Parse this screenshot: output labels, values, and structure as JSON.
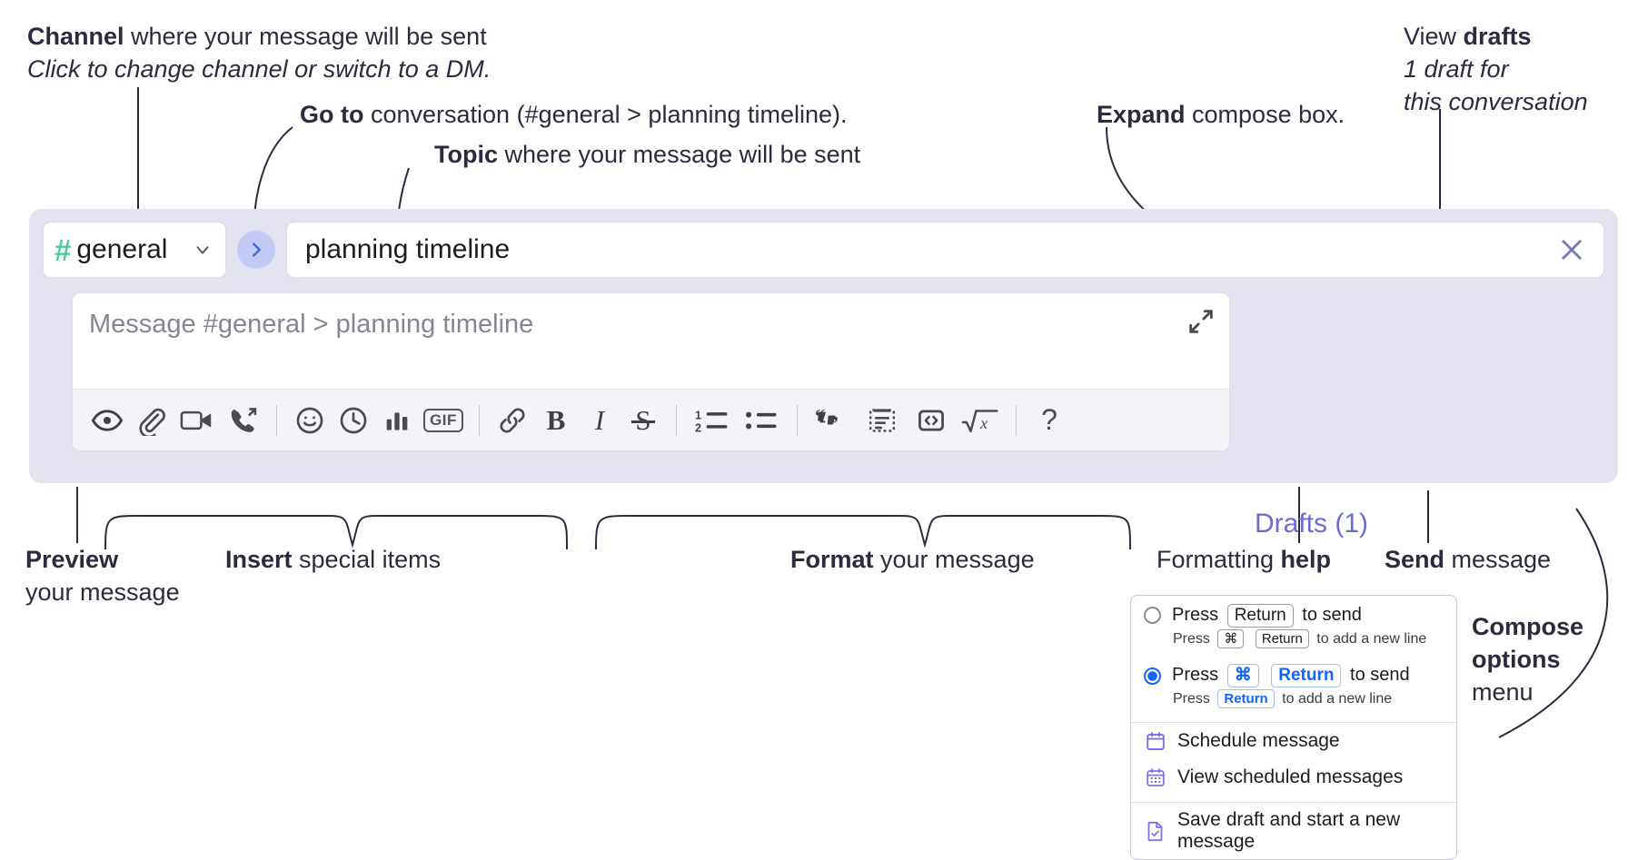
{
  "annotations": {
    "channel": {
      "bold": "Channel",
      "rest": " where your message will be sent",
      "italic": "Click to change channel or switch to a DM."
    },
    "goto": {
      "bold": "Go to",
      "rest": " conversation (#general > planning timeline)."
    },
    "topic": {
      "bold": "Topic",
      "rest": " where your message will be sent"
    },
    "expand": {
      "bold": "Expand",
      "rest": " compose box."
    },
    "drafts": {
      "bold_prefix": "View ",
      "bold": "drafts",
      "italic1": "1 draft for",
      "italic2": "this conversation"
    },
    "preview": {
      "bold": "Preview",
      "rest": "your message"
    },
    "insert": {
      "bold": "Insert",
      "rest": " special items"
    },
    "format": {
      "bold": "Format",
      "rest": " your message"
    },
    "help": {
      "plain": "Formatting ",
      "bold": "help"
    },
    "send": {
      "bold": "Send",
      "rest": " message"
    },
    "compose_options": {
      "line1": "Compose",
      "line2": "options",
      "line3": "menu"
    }
  },
  "compose": {
    "channel": {
      "hash": "#",
      "name": "general"
    },
    "topic": {
      "value": "planning timeline"
    },
    "message": {
      "placeholder": "Message #general > planning timeline"
    },
    "drafts_label": "Drafts (1)",
    "toolbar": [
      {
        "name": "preview-icon",
        "label": "Preview"
      },
      {
        "name": "attachment-icon",
        "label": "Attach file"
      },
      {
        "name": "video-icon",
        "label": "Record video clip"
      },
      {
        "name": "audio-call-icon",
        "label": "Record audio clip"
      },
      {
        "name": "divider-1",
        "label": ""
      },
      {
        "name": "emoji-icon",
        "label": "Emoji"
      },
      {
        "name": "clock-icon",
        "label": "Reminder"
      },
      {
        "name": "poll-icon",
        "label": "Poll"
      },
      {
        "name": "gif-icon",
        "label": "GIF"
      },
      {
        "name": "divider-2",
        "label": ""
      },
      {
        "name": "link-icon",
        "label": "Link"
      },
      {
        "name": "bold-icon",
        "label": "B"
      },
      {
        "name": "italic-icon",
        "label": "I"
      },
      {
        "name": "strikethrough-icon",
        "label": "S"
      },
      {
        "name": "divider-3",
        "label": ""
      },
      {
        "name": "ordered-list-icon",
        "label": "Ordered list"
      },
      {
        "name": "bulleted-list-icon",
        "label": "Bulleted list"
      },
      {
        "name": "divider-4",
        "label": ""
      },
      {
        "name": "blockquote-icon",
        "label": "Blockquote"
      },
      {
        "name": "code-block-icon",
        "label": "Code block"
      },
      {
        "name": "inline-code-icon",
        "label": "Inline code"
      },
      {
        "name": "latex-icon",
        "label": "LaTeX"
      },
      {
        "name": "divider-5",
        "label": ""
      },
      {
        "name": "formatting-help-icon",
        "label": "?"
      }
    ]
  },
  "menu": {
    "options": [
      {
        "selected": false,
        "line1": [
          "Press",
          "Return",
          "to send"
        ],
        "line2": [
          "Press",
          "⌘",
          "Return",
          "to add a new line"
        ]
      },
      {
        "selected": true,
        "line1": [
          "Press",
          "⌘",
          "Return",
          "to send"
        ],
        "line2": [
          "Press",
          "Return",
          "to add a new line"
        ]
      }
    ],
    "items": [
      {
        "icon": "calendar-schedule-icon",
        "label": "Schedule message"
      },
      {
        "icon": "calendar-grid-icon",
        "label": "View scheduled messages"
      },
      {
        "icon": "save-draft-icon",
        "label": "Save draft and start a new message"
      }
    ]
  },
  "colors": {
    "compose_bg": "#e2e3ef",
    "send_button": "#5a55ec",
    "hash_green": "#4fc99a",
    "drafts_text": "#6b6bd0",
    "goto_circle": "#c3caf5",
    "accent_blue": "#1264ff"
  }
}
